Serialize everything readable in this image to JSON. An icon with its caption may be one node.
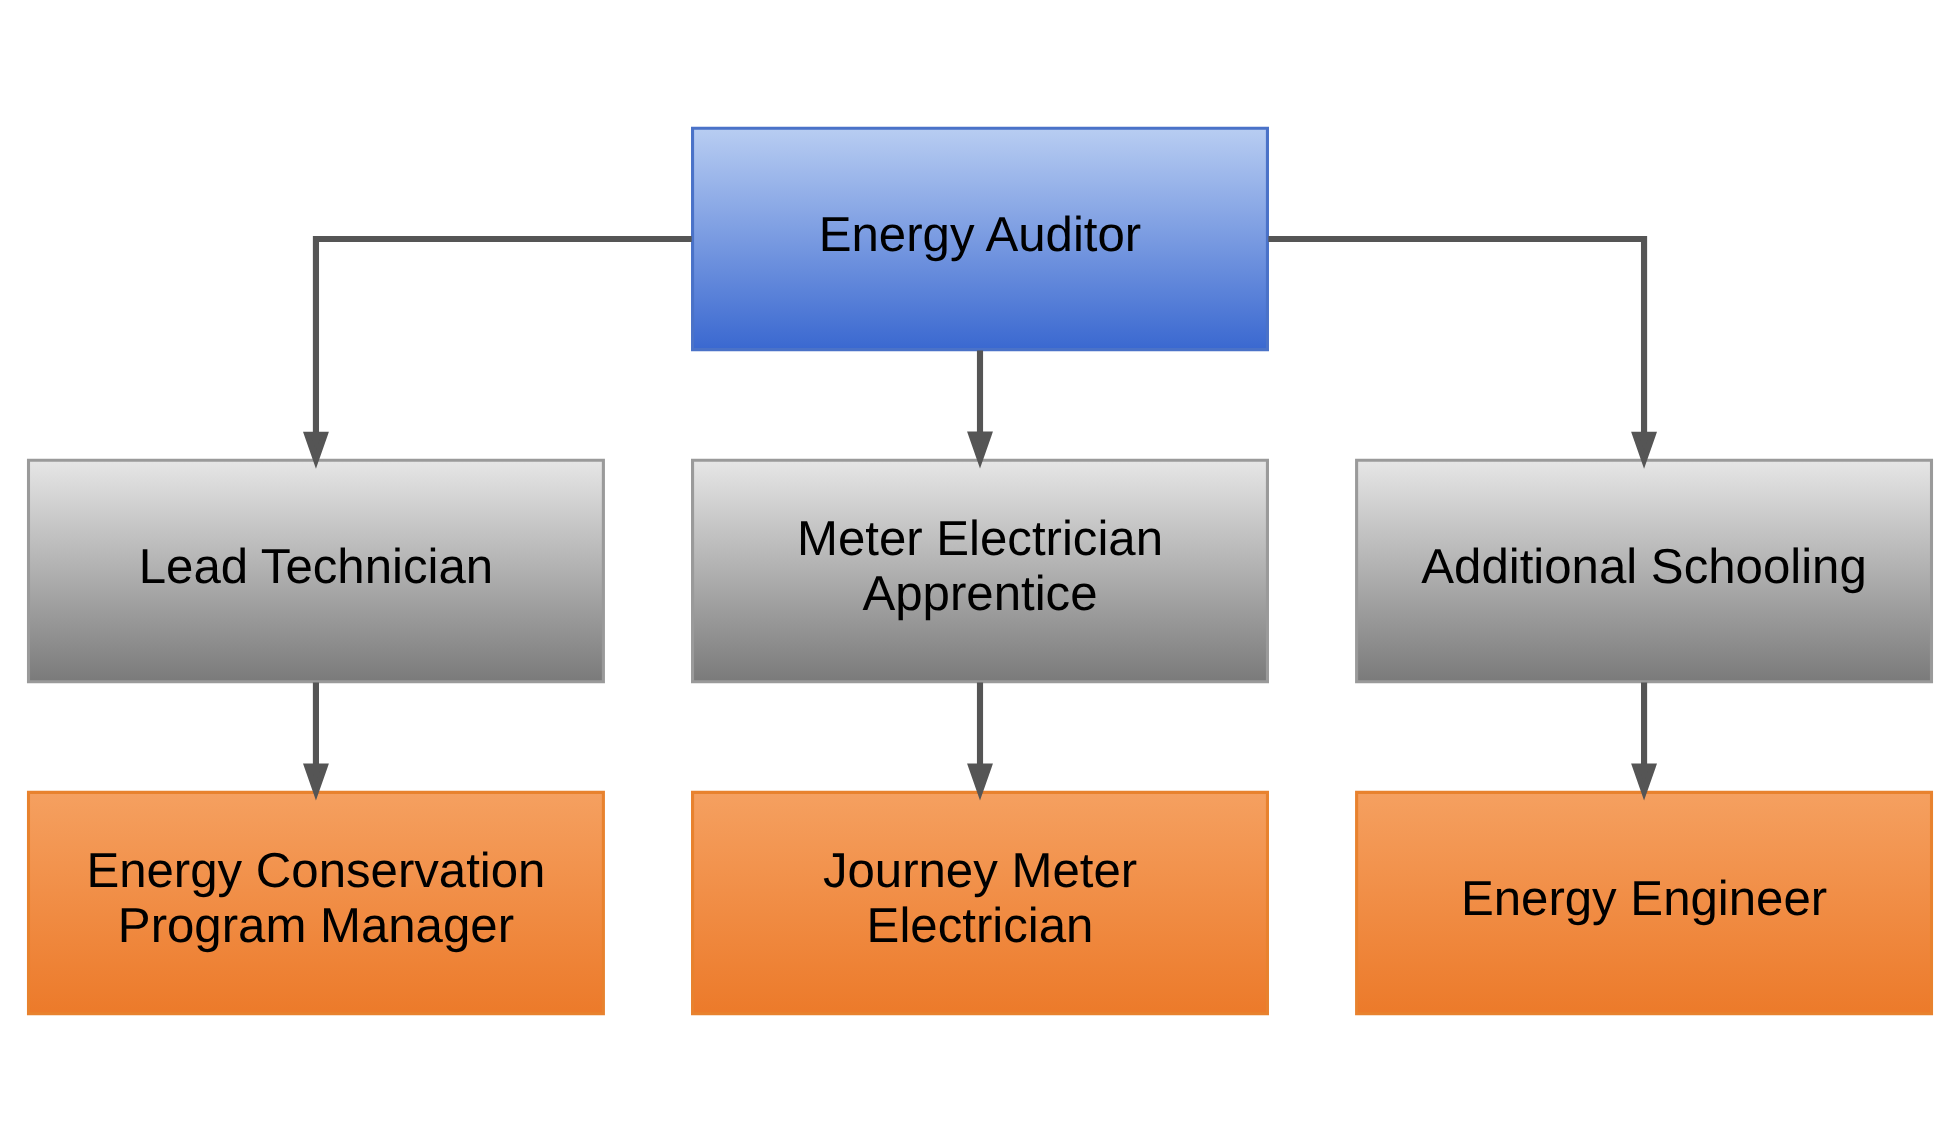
{
  "diagram": {
    "nodes": [
      {
        "text": [
          "Energy Auditor"
        ]
      },
      {
        "text": [
          "Lead Technician"
        ]
      },
      {
        "text": [
          "Meter Electrician Apprentice"
        ]
      },
      {
        "text": [
          "Additional Schooling"
        ]
      },
      {
        "text": [
          "Energy Conservation Program Manager"
        ]
      },
      {
        "text": [
          "Journey Meter Electrician"
        ]
      },
      {
        "text": [
          "Energy Engineer"
        ]
      }
    ],
    "edges": [
      {
        "from": 0,
        "to": 1,
        "arrow": "to"
      },
      {
        "from": 0,
        "to": 2,
        "arrow": "to"
      },
      {
        "from": 0,
        "to": 3,
        "arrow": "to"
      },
      {
        "from": 1,
        "to": 4,
        "arrow": "to"
      },
      {
        "from": 2,
        "to": 5,
        "arrow": "to"
      },
      {
        "from": 3,
        "to": 6,
        "arrow": "to"
      }
    ]
  }
}
